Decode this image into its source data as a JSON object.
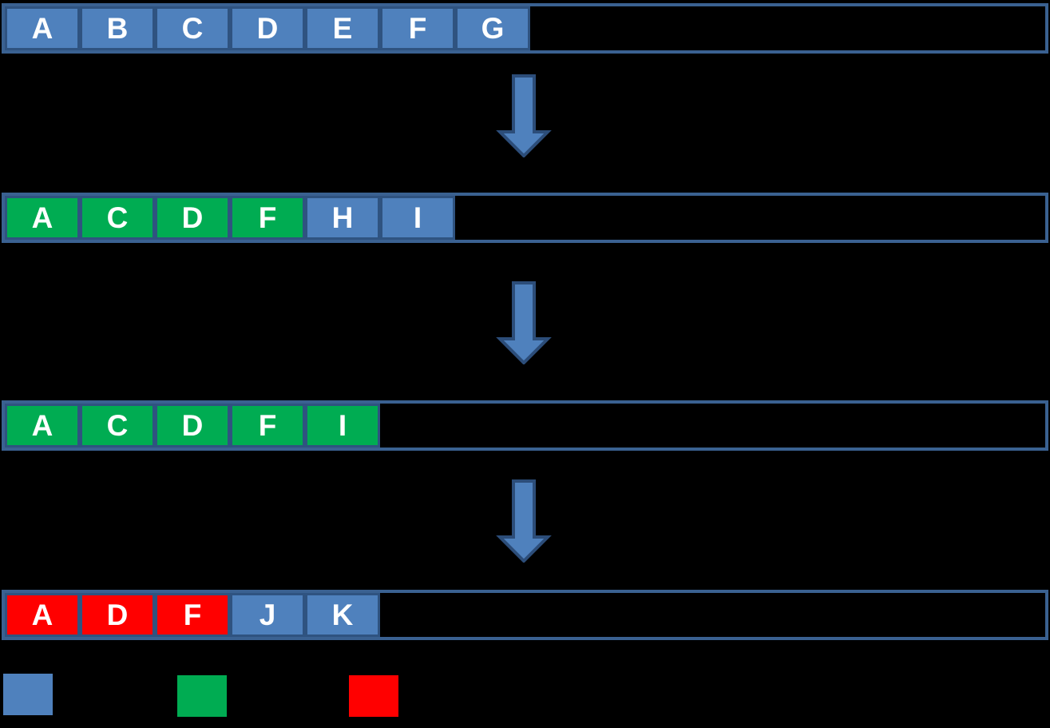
{
  "colors": {
    "background": "#000000",
    "blue_fill": "#4F81BD",
    "green_fill": "#00AC52",
    "red_fill": "#FF0000",
    "cell_border": "#2F5380",
    "container_border": "#3A6191",
    "arrow_fill": "#4F81BD",
    "arrow_stroke": "#2C4D79",
    "letter_color": "#FFFFFF"
  },
  "stages": [
    {
      "cells": [
        {
          "label": "A",
          "state": "blue"
        },
        {
          "label": "B",
          "state": "blue"
        },
        {
          "label": "C",
          "state": "blue"
        },
        {
          "label": "D",
          "state": "blue"
        },
        {
          "label": "E",
          "state": "blue"
        },
        {
          "label": "F",
          "state": "blue"
        },
        {
          "label": "G",
          "state": "blue"
        }
      ]
    },
    {
      "cells": [
        {
          "label": "A",
          "state": "green"
        },
        {
          "label": "C",
          "state": "green"
        },
        {
          "label": "D",
          "state": "green"
        },
        {
          "label": "F",
          "state": "green"
        },
        {
          "label": "H",
          "state": "blue"
        },
        {
          "label": "I",
          "state": "blue"
        }
      ]
    },
    {
      "cells": [
        {
          "label": "A",
          "state": "green"
        },
        {
          "label": "C",
          "state": "green"
        },
        {
          "label": "D",
          "state": "green"
        },
        {
          "label": "F",
          "state": "green"
        },
        {
          "label": "I",
          "state": "green"
        }
      ]
    },
    {
      "cells": [
        {
          "label": "A",
          "state": "red"
        },
        {
          "label": "D",
          "state": "red"
        },
        {
          "label": "F",
          "state": "red"
        },
        {
          "label": "J",
          "state": "blue"
        },
        {
          "label": "K",
          "state": "blue"
        }
      ]
    }
  ],
  "arrows": [
    {
      "direction": "down"
    },
    {
      "direction": "down"
    },
    {
      "direction": "down"
    }
  ],
  "legend": {
    "swatches": [
      {
        "state": "blue"
      },
      {
        "state": "green"
      },
      {
        "state": "red"
      }
    ]
  }
}
